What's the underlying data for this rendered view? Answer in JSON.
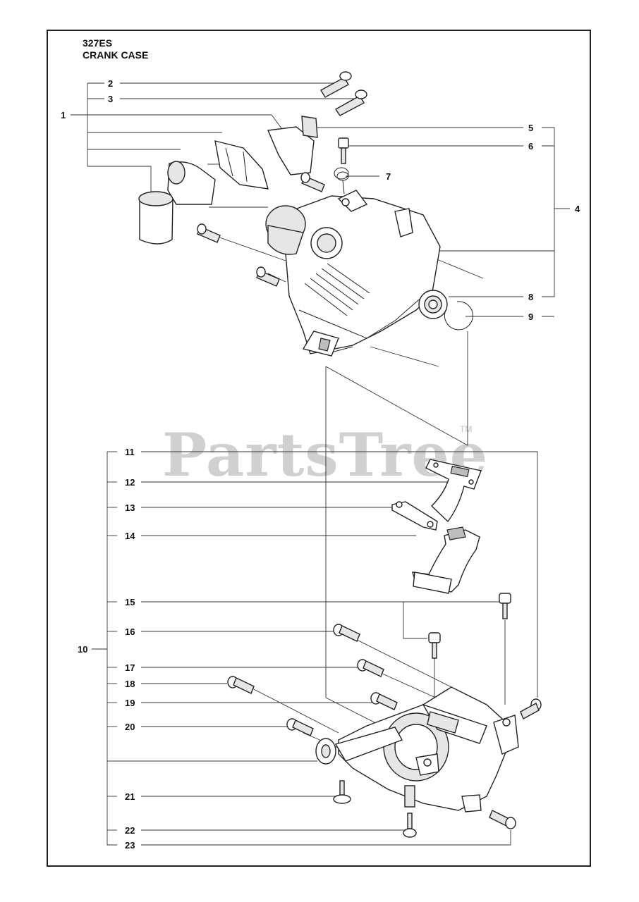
{
  "header": {
    "model": "327ES",
    "section": "CRANK CASE"
  },
  "watermark": {
    "brand": "PartsTree",
    "trademark": "TM"
  },
  "callouts": [
    "1",
    "2",
    "3",
    "4",
    "5",
    "6",
    "7",
    "8",
    "9",
    "10",
    "11",
    "12",
    "13",
    "14",
    "15",
    "16",
    "17",
    "18",
    "19",
    "20",
    "21",
    "22",
    "23"
  ],
  "icons": {
    "upper-crankcase": "crankcase-half-icon",
    "lower-crankcase": "crankcase-half-icon",
    "screws": "screw-icon",
    "bearing": "bearing-icon",
    "circlip": "circlip-icon",
    "gasket": "gasket-icon",
    "intake": "intake-bracket-icon"
  },
  "colors": {
    "line": "#222222",
    "watermark": "#969696"
  }
}
